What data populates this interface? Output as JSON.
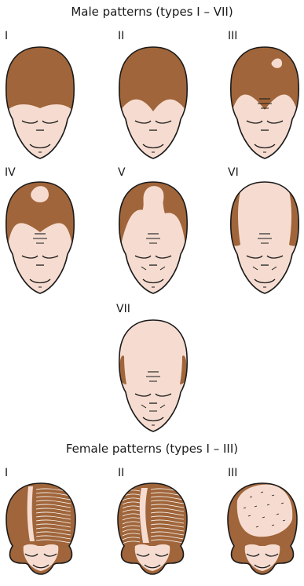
{
  "male": {
    "heading": "Male patterns (types I – VII)",
    "labels": [
      "I",
      "II",
      "III",
      "IV",
      "V",
      "VI",
      "VII"
    ]
  },
  "female": {
    "heading": "Female patterns (types I – III)",
    "labels": [
      "I",
      "II",
      "III"
    ]
  },
  "colors": {
    "hair": "#a0653a",
    "skin": "#f6dcd0",
    "outline": "#1a1a1a",
    "hair_lines": "#ffffff"
  }
}
